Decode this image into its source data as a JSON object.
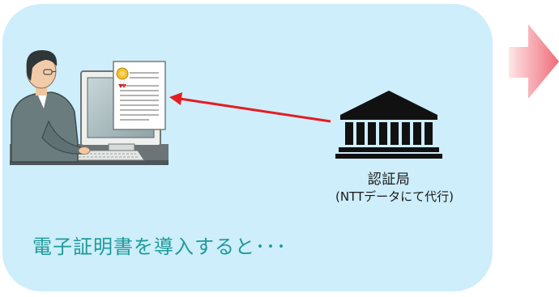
{
  "ca": {
    "name": "認証局",
    "note": "(NTTデータにて代行)"
  },
  "caption": "電子証明書を導入すると･･･",
  "colors": {
    "panel": "#cdeefa",
    "arrow": "#e51c23",
    "caption": "#1f9a9a",
    "next_arrow": "#f4a0a8"
  },
  "icons": {
    "user": "person-at-computer-icon",
    "certificate": "certificate-document-icon",
    "ca": "bank-building-icon",
    "next": "right-arrow-icon"
  }
}
